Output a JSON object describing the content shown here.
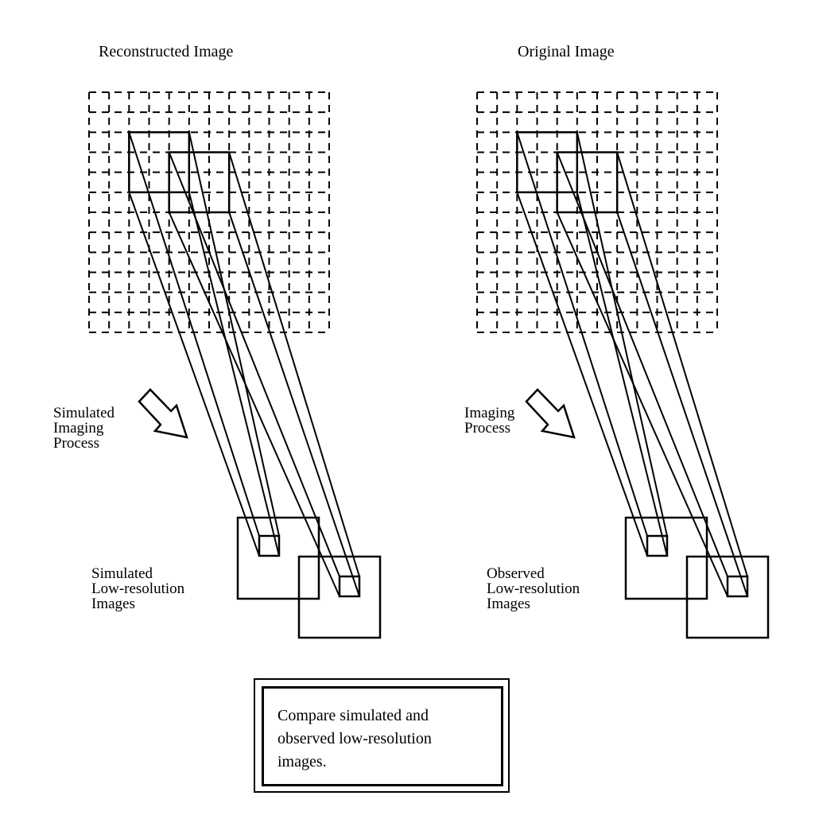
{
  "titles": {
    "left": "Reconstructed Image",
    "right": "Original Image"
  },
  "labels": {
    "left_process": "Simulated\nImaging\nProcess",
    "right_process": "Imaging\nProcess",
    "left_lowres": "Simulated\nLow-resolution\nImages",
    "right_lowres": "Observed\nLow-resolution\nImages"
  },
  "note": {
    "text": "Compare simulated and\nobserved low-resolution\nimages."
  },
  "grid": {
    "cells": 12,
    "line_style": "dashed"
  },
  "colors": {
    "ink": "#000000",
    "background": "#ffffff"
  }
}
